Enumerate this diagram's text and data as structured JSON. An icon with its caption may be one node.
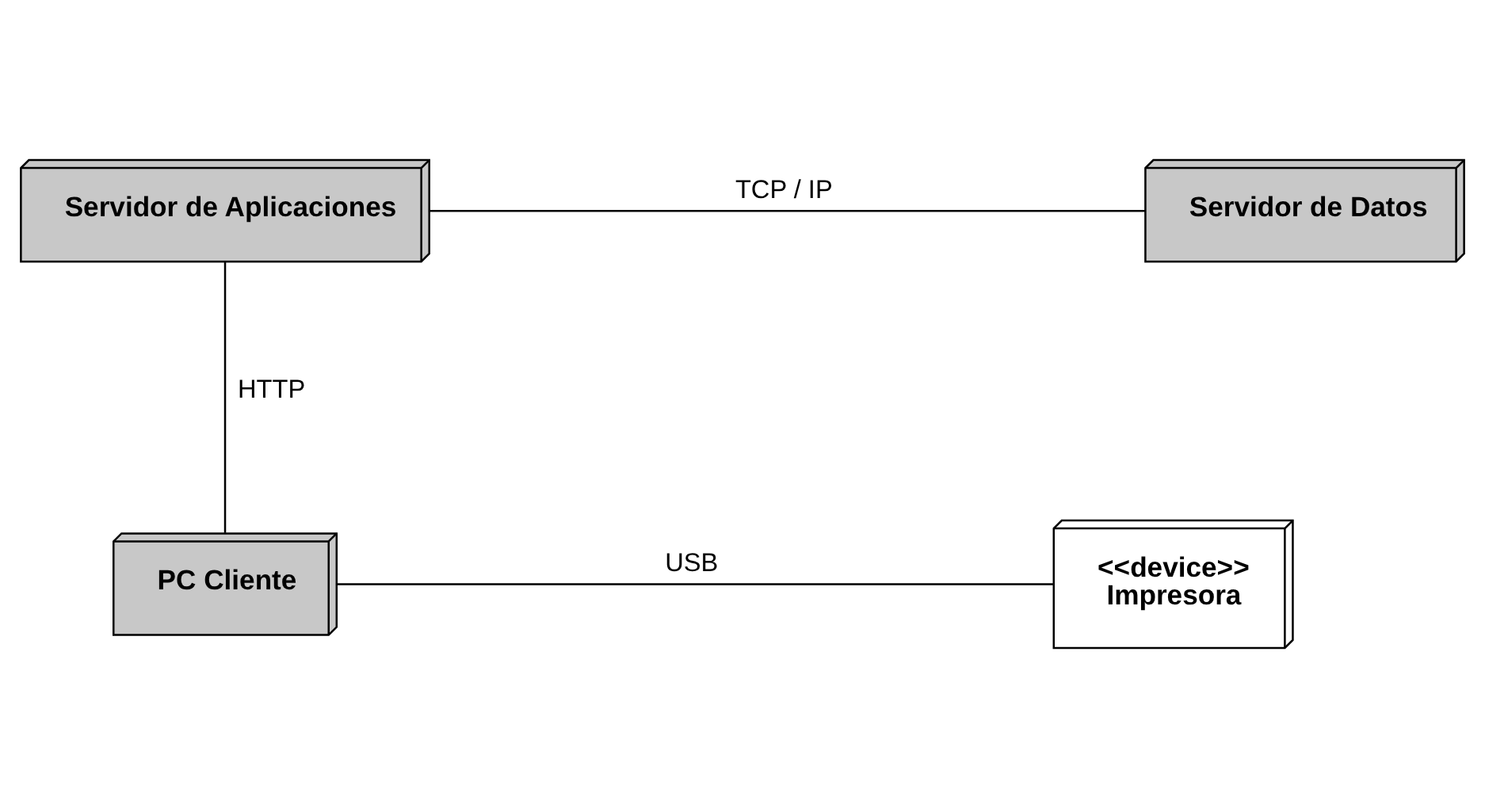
{
  "diagram": {
    "nodes": [
      {
        "text": [
          "Servidor de Aplicaciones"
        ]
      },
      {
        "text": [
          "Servidor de Datos"
        ]
      },
      {
        "text": [
          "PC Cliente"
        ]
      },
      {
        "text": [
          "<<device>>",
          "Impresora"
        ]
      }
    ],
    "edges": [
      {
        "from": 0,
        "to": 1,
        "arrow": "none",
        "label": "TCP / IP"
      },
      {
        "from": 0,
        "to": 2,
        "arrow": "none",
        "label": "HTTP"
      },
      {
        "from": 2,
        "to": 3,
        "arrow": "none",
        "label": "USB"
      }
    ]
  }
}
